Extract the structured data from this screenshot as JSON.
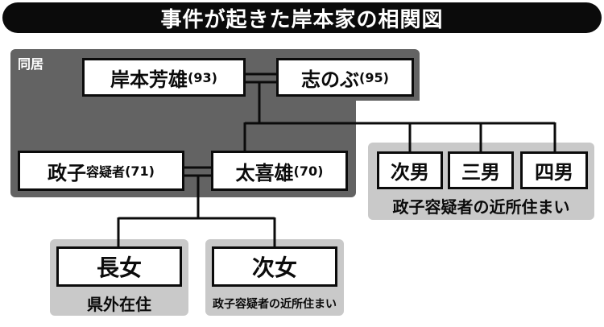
{
  "title": "事件が起きた岸本家の相関図",
  "group_label": "同居",
  "people": {
    "grandfather": {
      "name": "岸本芳雄",
      "age": "(93)"
    },
    "grandmother": {
      "name": "志のぶ",
      "age": "(95)"
    },
    "wife": {
      "name": "政子",
      "role": "容疑者",
      "age": "(71)"
    },
    "husband": {
      "name": "太喜雄",
      "age": "(70)"
    },
    "second_son": {
      "name": "次男"
    },
    "third_son": {
      "name": "三男"
    },
    "fourth_son": {
      "name": "四男"
    },
    "eldest_daughter": {
      "name": "長女"
    },
    "second_daughter": {
      "name": "次女"
    }
  },
  "notes": {
    "brothers": "政子容疑者の近所住まい",
    "eldest_daughter": "県外在住",
    "second_daughter": "政子容疑者の近所住まい"
  },
  "colors": {
    "banner": "#0b0b0b",
    "household": "#636363",
    "group": "#c9c9c9"
  }
}
